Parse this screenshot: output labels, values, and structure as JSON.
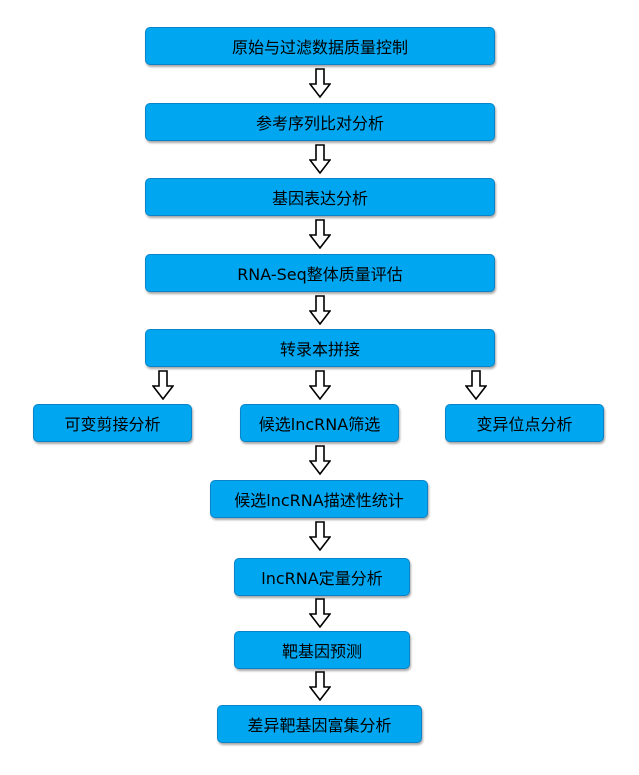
{
  "flowchart": {
    "steps": {
      "raw_filter_qc": "原始与过滤数据质量控制",
      "ref_alignment": "参考序列比对分析",
      "gene_expression": "基因表达分析",
      "rnaseq_quality": "RNA-Seq整体质量评估",
      "transcript_assembly": "转录本拼接",
      "alt_splicing": "可变剪接分析",
      "candidate_filter": "候选lncRNA筛选",
      "variant_site": "变异位点分析",
      "candidate_stats": "候选lncRNA描述性统计",
      "lncrna_quant": "lncRNA定量分析",
      "target_prediction": "靶基因预测",
      "de_target_enrichment": "差异靶基因富集分析"
    },
    "colors": {
      "box_fill": "#00a6f0",
      "box_border": "#0a84c8",
      "arrow_stroke": "#000000"
    }
  }
}
